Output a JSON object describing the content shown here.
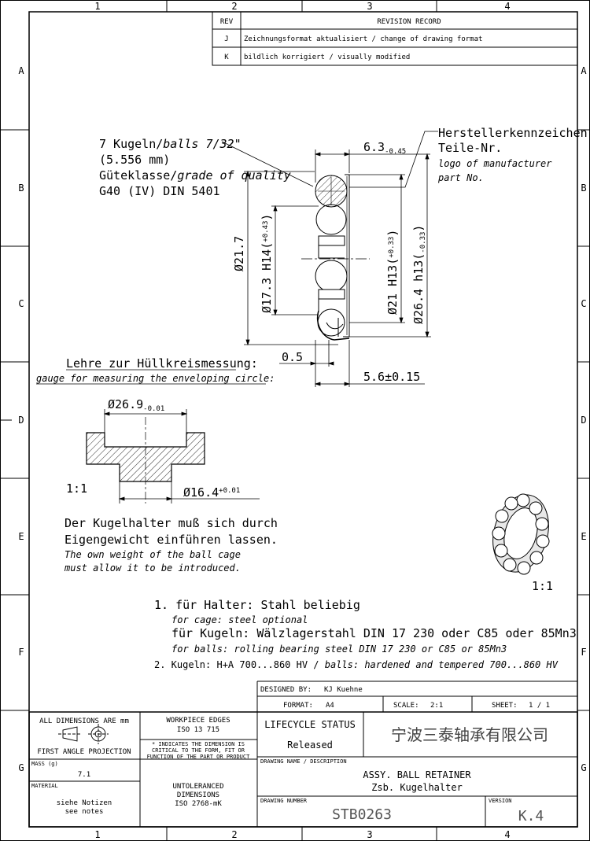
{
  "grid": {
    "cols": [
      "1",
      "2",
      "3",
      "4"
    ],
    "rows": [
      "A",
      "B",
      "C",
      "D",
      "E",
      "F",
      "G"
    ]
  },
  "revisions": {
    "header_rev": "REV",
    "header_record": "REVISION RECORD",
    "items": [
      {
        "rev": "J",
        "text": "Zeichnungsformat aktualisiert / change of drawing format"
      },
      {
        "rev": "K",
        "text": "bildlich korrigiert / visually modified"
      }
    ]
  },
  "balls_note": {
    "l1": "7 Kugeln/",
    "l1i": "balls 7/32\"",
    "l2": "(5.556 mm)",
    "l3": "Güteklasse/",
    "l3i": "grade of quality",
    "l4": "G40 (IV) DIN 5401"
  },
  "maker_note": {
    "l1": "Herstellerkennzeichen",
    "l2": "Teile-Nr.",
    "l3": "logo of manufacturer",
    "l4": "part No."
  },
  "dims": {
    "d63": "6.3",
    "d63tol": "-0.45",
    "d217": "Ø21.7",
    "d173": "Ø17.3 H14(",
    "d173tol": "+0.43",
    "d21": "Ø21 H13(",
    "d21tol": "+0.33",
    "d264": "Ø26.4 h13(",
    "d264tol": "-0.33",
    "d05": "0.5",
    "d56": "5.6±0.15"
  },
  "gauge": {
    "title": "Lehre zur Hüllkreismessung:",
    "title_en": "gauge for measuring the enveloping circle:",
    "d269": "Ø26.9",
    "d269tol": "-0.01",
    "d164": "Ø16.4",
    "d164tol": "+0.01",
    "scale": "1:1"
  },
  "weight_note": {
    "l1": "Der Kugelhalter muß sich durch",
    "l2": "Eigengewicht einführen lassen.",
    "l3": "The own weight of the ball cage",
    "l4": "must allow it to be introduced."
  },
  "iso_scale": "1:1",
  "notes": {
    "n1": "1. für Halter: Stahl beliebig",
    "n1i": "for cage: steel optional",
    "n2": "für Kugeln: Wälzlagerstahl DIN 17 230 oder C85 oder 85Mn3",
    "n2i": "for balls: rolling bearing steel DIN 17 230 or C85 or 85Mn3",
    "n3": "2. Kugeln: H+A 700...860 HV / ",
    "n3i": "balls: hardened and tempered 700...860 HV"
  },
  "title_block": {
    "designed_label": "DESIGNED BY:",
    "designed_by": "KJ Kuehne",
    "format_label": "FORMAT:",
    "format": "A4",
    "scale_label": "SCALE:",
    "scale": "2:1",
    "sheet_label": "SHEET:",
    "sheet": "1 / 1",
    "all_dims": "ALL DIMENSIONS ARE mm",
    "first_angle": "FIRST ANGLE PROJECTION",
    "workpiece_edges": "WORKPIECE EDGES",
    "iso13715": "ISO 13 715",
    "critical1": "* INDICATES THE DIMENSION IS",
    "critical2": "CRITICAL TO THE FORM, FIT OR",
    "critical3": "FUNCTION OF THE PART OR PRODUCT",
    "lifecycle_label": "LIFECYCLE STATUS",
    "lifecycle": "Released",
    "company": "宁波三泰轴承有限公司",
    "mass_label": "MASS (g)",
    "mass": "7.1",
    "drawing_name_label": "DRAWING NAME / DESCRIPTION",
    "name_en": "ASSY. BALL RETAINER",
    "name_de": "Zsb. Kugelhalter",
    "material_label": "MATERIAL",
    "material1": "siehe Notizen",
    "material2": "see notes",
    "untol1": "UNTOLERANCED",
    "untol2": "DIMENSIONS",
    "untol3": "ISO 2768-mK",
    "drawing_number_label": "DRAWING NUMBER",
    "drawing_number": "STB0263",
    "version_label": "VERSION",
    "version": "K.4"
  }
}
